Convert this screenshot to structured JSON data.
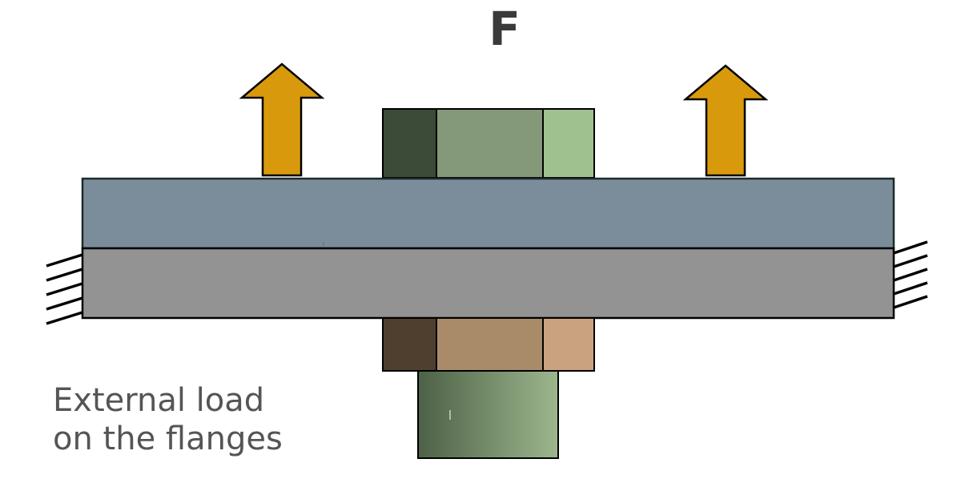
{
  "force_label": "F",
  "caption": {
    "line1": "External load",
    "line2": "on the flanges"
  },
  "colors": {
    "arrow_fill": "#d89a0c",
    "upper_flange": "#7b8c9b",
    "lower_flange": "#939393",
    "bolt_head_dark": "#3c4a38",
    "bolt_head_mid": "#83997a",
    "bolt_head_light": "#9fc08f",
    "nut_dark": "#4e3f2e",
    "nut_mid": "#a98b69",
    "nut_light": "#cba27f",
    "shank_dark": "#4d6146",
    "shank_light": "#9cb68d"
  }
}
